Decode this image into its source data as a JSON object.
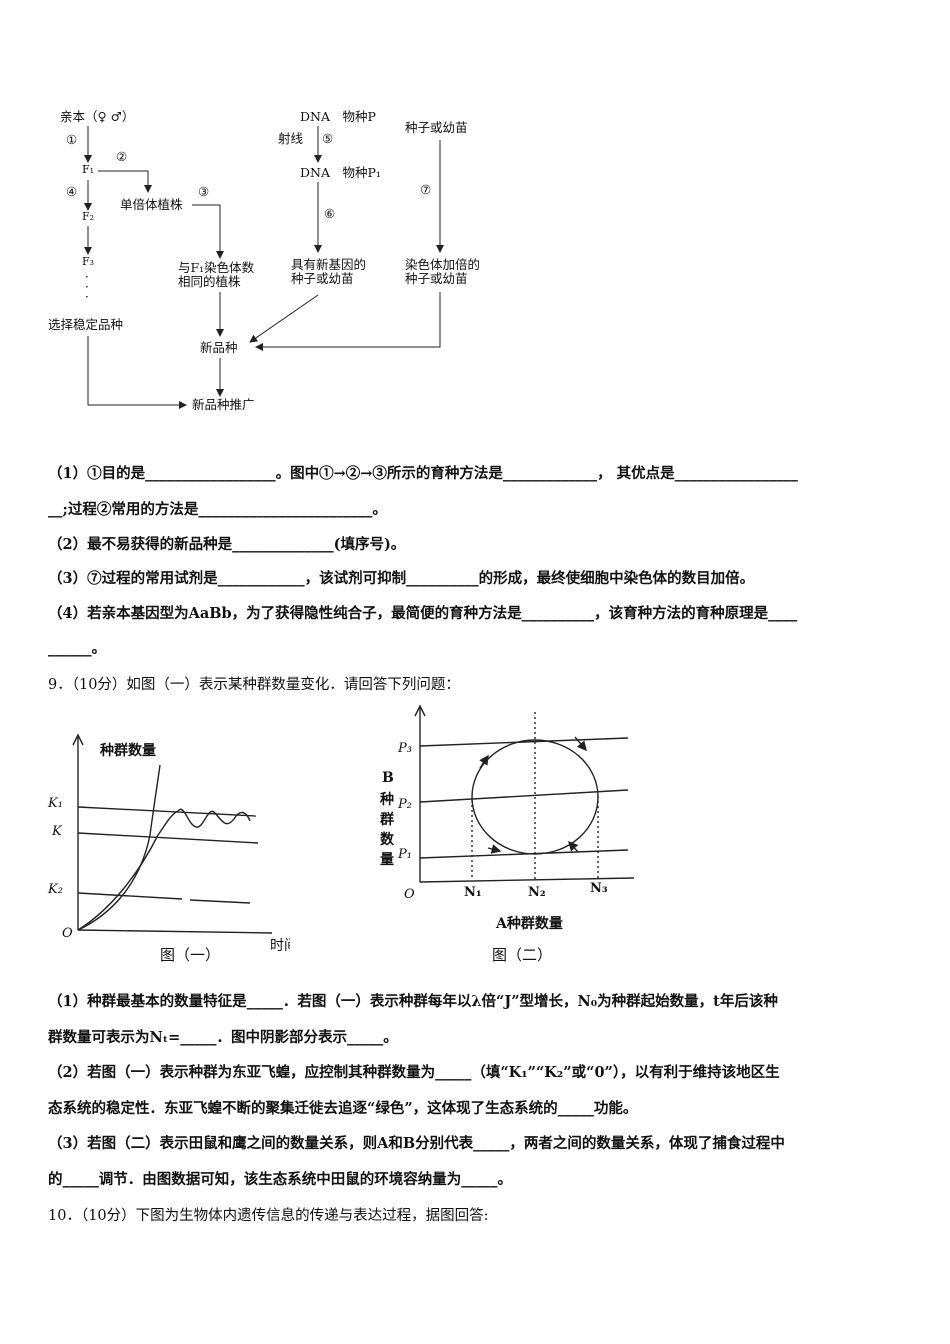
{
  "diagram1": {
    "parent": "亲本（♀ ♂）",
    "c1": "①",
    "c2": "②",
    "c3": "③",
    "c4": "④",
    "c5": "⑤",
    "c6": "⑥",
    "c7": "⑦",
    "f1": "F₁",
    "f2": "F₂",
    "f3": "F₃",
    "haploid": "单倍体植株",
    "same_chrom_1": "与F₁染色体数",
    "same_chrom_2": "相同的植株",
    "select_stable": "选择稳定品种",
    "new_variety": "新品种",
    "promotion": "新品种推广",
    "dna_p": "DNA　物种P",
    "radiation": "射线",
    "dna_p1": "DNA　物种P₁",
    "new_gene_1": "具有新基因的",
    "new_gene_2": "种子或幼苗",
    "seed_top": "种子或幼苗",
    "doubled_1": "染色体加倍的",
    "doubled_2": "种子或幼苗"
  },
  "q8": {
    "l1": "（1）①目的是__________________。图中①→②→③所示的育种方法是_____________，  其优点是_________________",
    "l2": "__;过程②常用的方法是________________________。",
    "l3": "（2）最不易获得的新品种是______________(填序号)。",
    "l4": "（3）⑦过程的常用试剂是____________，该试剂可抑制__________的形成，最终使细胞中染色体的数目加倍。",
    "l5": "（4）若亲本基因型为AaBb，为了获得隐性纯合子，最简便的育种方法是__________，该育种方法的育种原理是____",
    "l6": "______。"
  },
  "q9": {
    "title": "9．（10分）如图（一）表示某种群数量变化．请回答下列问题：",
    "l1": "（1）种群最基本的数量特征是_____．若图（一）表示种群每年以λ倍“J”型增长，N₀为种群起始数量，t年后该种",
    "l2": "群数量可表示为Nₜ=_____．图中阴影部分表示_____。",
    "l3": "（2）若图（一）表示种群为东亚飞蝗，应控制其种群数量为_____（填“K₁”“K₂”或“0”），以有利于维持该地区生",
    "l4": "态系统的稳定性．东亚飞蝗不断的聚集迁徙去追逐“绿色”，这体现了生态系统的_____功能。",
    "l5": "（3）若图（二）表示田鼠和鹰之间的数量关系，则A和B分别代表_____，两者之间的数量关系，体现了捕食过程中",
    "l6": "的_____调节．由图数据可知，该生态系统中田鼠的环境容纳量为_____。"
  },
  "fig1": {
    "ylabel": "种群数量",
    "k1": "K₁",
    "k": "K",
    "k2": "K₂",
    "origin": "O",
    "xlabel": "时间",
    "caption": "图（一）"
  },
  "fig2": {
    "ylabel_chars": [
      "B",
      "种",
      "群",
      "数",
      "量"
    ],
    "p3": "P₃",
    "p2": "P₂",
    "p1": "P₁",
    "origin": "O",
    "n1": "N₁",
    "n2": "N₂",
    "n3": "N₃",
    "xlabel": "A种群数量",
    "caption": "图（二）"
  },
  "q10": {
    "title": "10．（10分）下图为生物体内遗传信息的传递与表达过程，据图回答:"
  }
}
